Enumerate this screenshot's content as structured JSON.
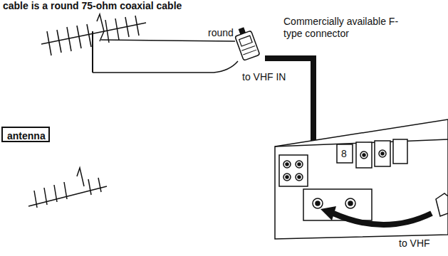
{
  "diagram": {
    "nodes": [
      {
        "text": [
          "antenna"
        ]
      }
    ],
    "labels": [
      "cable is a round 75-ohm coaxial cable",
      "Commercially available F-type connector",
      "round",
      "to VHF IN",
      "8",
      "to VHF"
    ]
  }
}
